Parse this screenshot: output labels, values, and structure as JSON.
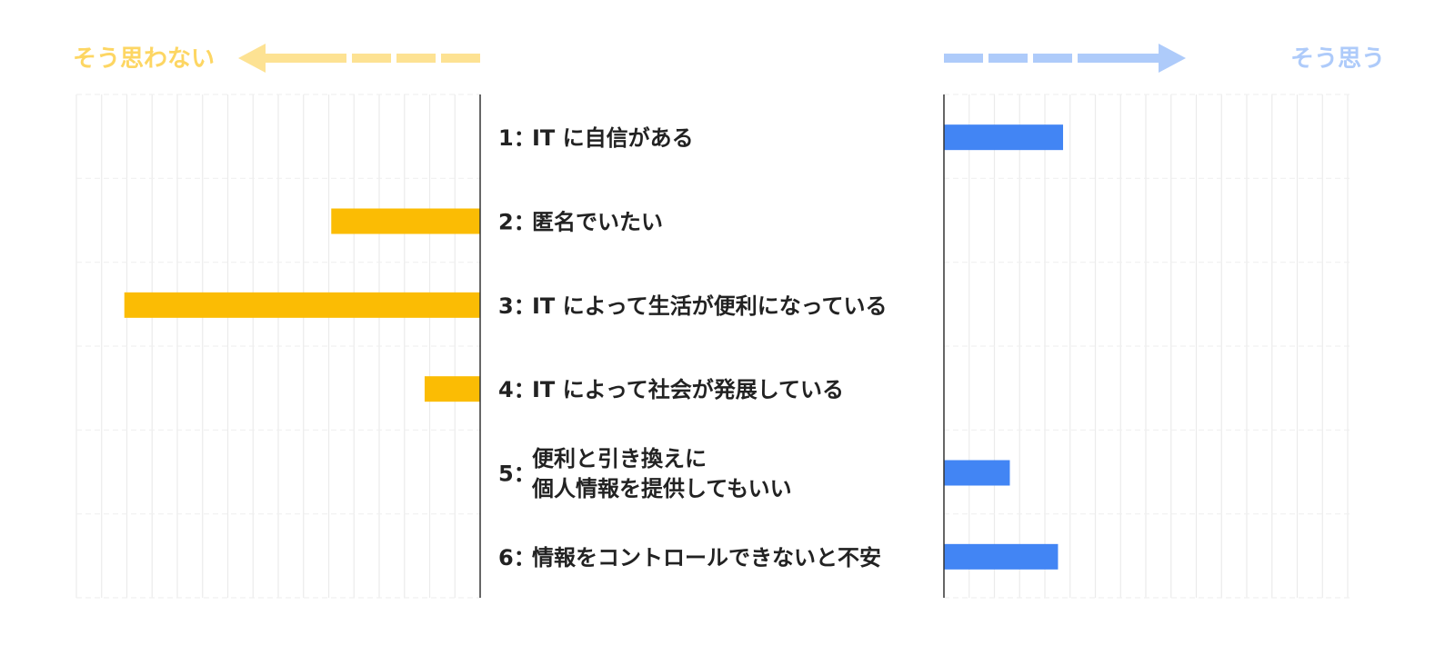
{
  "chart_data": {
    "type": "bar",
    "orientation": "diverging-horizontal",
    "axis_titles": {
      "negative": "そう思わない",
      "positive": "そう思う"
    },
    "colors": {
      "negative": "#FBBC04",
      "positive": "#4285F4",
      "negative_arrow": "#FDE293",
      "positive_arrow": "#AECBFA",
      "grid": "#EBEBEB",
      "divider": "#333333",
      "label": "#222222"
    },
    "categories": [
      {
        "number": "1",
        "lines": [
          "IT に自信がある"
        ]
      },
      {
        "number": "2",
        "lines": [
          "匿名でいたい"
        ]
      },
      {
        "number": "3",
        "lines": [
          "IT によって生活が便利になっている"
        ]
      },
      {
        "number": "4",
        "lines": [
          "IT によって社会が発展している"
        ]
      },
      {
        "number": "5",
        "lines": [
          "便利と引き換えに",
          "個人情報を提供してもいい"
        ]
      },
      {
        "number": "6",
        "lines": [
          "情報をコントロールできないと不安"
        ]
      }
    ],
    "values": [
      4.7,
      -5.9,
      -14.1,
      -2.2,
      2.6,
      4.5
    ],
    "xlim_negative": 16,
    "xlim_positive": 16
  }
}
